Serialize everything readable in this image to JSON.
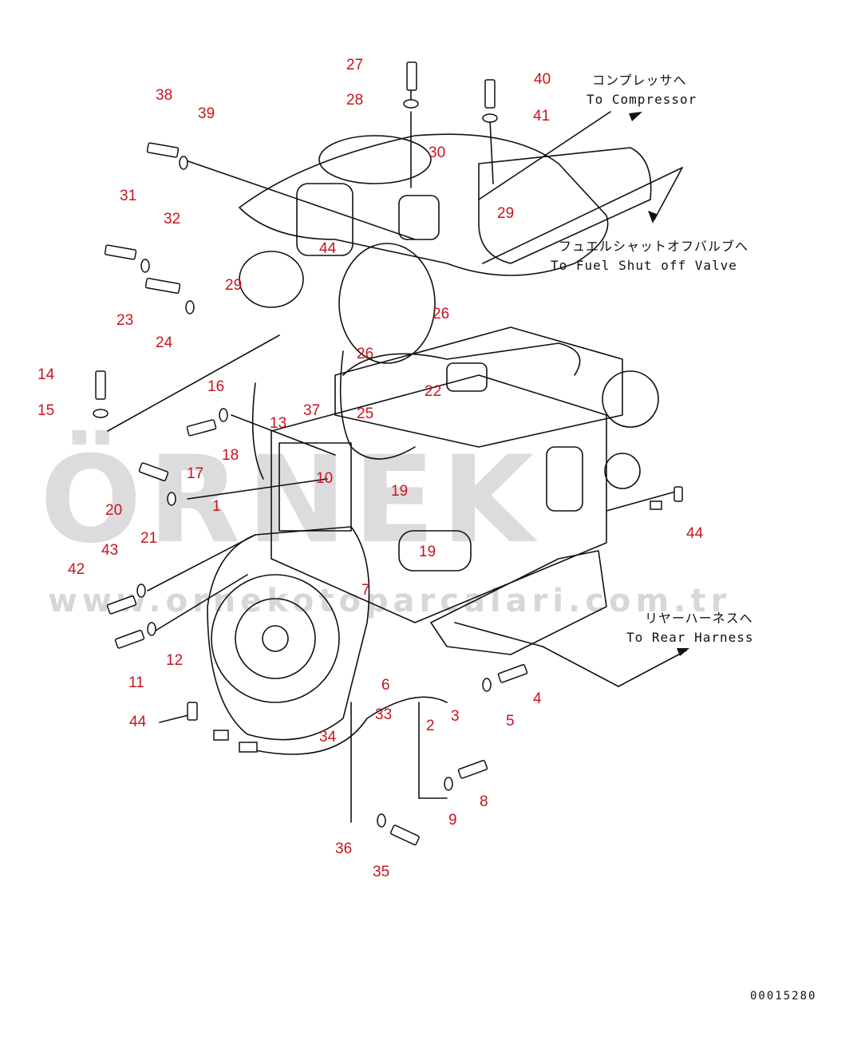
{
  "watermark": {
    "brand": "ÖRNEK",
    "url": "www.ornekotoparcalari.com.tr"
  },
  "notes": {
    "compressor_jp": "コンプレッサへ",
    "compressor_en": "To Compressor",
    "fuel_jp": "フュエルシャットオフバルブへ",
    "fuel_en": "To Fuel Shut off Valve",
    "rear_jp": "リヤーハーネスへ",
    "rear_en": "To Rear Harness"
  },
  "doc_number": "00015280",
  "callouts": [
    "27",
    "28",
    "40",
    "41",
    "38",
    "39",
    "30",
    "29",
    "31",
    "32",
    "44",
    "29",
    "26",
    "23",
    "24",
    "26",
    "22",
    "14",
    "16",
    "25",
    "15",
    "37",
    "13",
    "17",
    "18",
    "10",
    "19",
    "20",
    "21",
    "1",
    "43",
    "19",
    "42",
    "7",
    "12",
    "11",
    "6",
    "33",
    "2",
    "3",
    "5",
    "4",
    "44",
    "34",
    "9",
    "8",
    "36",
    "35",
    "44"
  ],
  "colors": {
    "callout": "#c8141e",
    "line": "#111111",
    "watermark": "#d9d9dc"
  }
}
